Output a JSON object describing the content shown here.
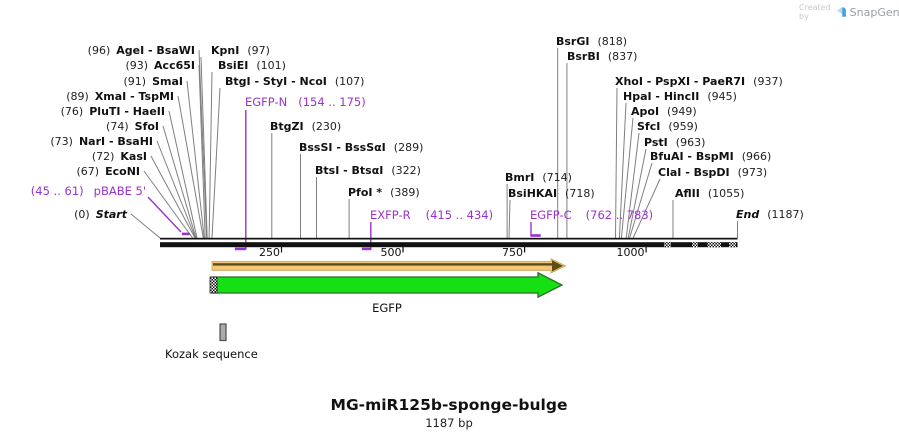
{
  "credit": {
    "created_by": "Created by",
    "brand": "SnapGene"
  },
  "title": {
    "name": "MG-miR125b-sponge-bulge",
    "length": "1187 bp"
  },
  "ruler": {
    "t250": "250",
    "t500": "500",
    "t750": "750",
    "t1000": "1000"
  },
  "features": {
    "egfp": {
      "label": "EGFP"
    },
    "kozak": {
      "label": "Kozak sequence"
    }
  },
  "markers": {
    "start": {
      "pos": "(0)",
      "name": "Start"
    },
    "end": {
      "name": "End",
      "pos": "(1187)"
    }
  },
  "primers": {
    "pbabe5": {
      "range": "(45 .. 61)",
      "name": "pBABE 5'"
    },
    "egfpN": {
      "name": "EGFP-N",
      "range": "(154 .. 175)"
    },
    "exfpR": {
      "name": "EXFP-R",
      "range": "(415 .. 434)"
    },
    "egfpC": {
      "name": "EGFP-C",
      "range": "(762 .. 783)"
    }
  },
  "sites_left": {
    "ageI": {
      "pos": "(96)",
      "name": "AgeI - BsaWI"
    },
    "acc65I": {
      "pos": "(93)",
      "name": "Acc65I"
    },
    "smaI": {
      "pos": "(91)",
      "name": "SmaI"
    },
    "xmaI": {
      "pos": "(89)",
      "name": "XmaI - TspMI"
    },
    "pluTI": {
      "pos": "(76)",
      "name": "PluTI - HaeII"
    },
    "sfoI": {
      "pos": "(74)",
      "name": "SfoI"
    },
    "narI": {
      "pos": "(73)",
      "name": "NarI - BsaHI"
    },
    "kasI": {
      "pos": "(72)",
      "name": "KasI"
    },
    "ecoNI": {
      "pos": "(67)",
      "name": "EcoNI"
    }
  },
  "sites_top": {
    "kpnI": {
      "name": "KpnI",
      "pos": "(97)"
    },
    "bsiEI": {
      "name": "BsiEI",
      "pos": "(101)"
    },
    "btgI": {
      "name": "BtgI - StyI - NcoI",
      "pos": "(107)"
    }
  },
  "sites_mid": {
    "btgZI": {
      "name": "BtgZI",
      "pos": "(230)"
    },
    "bssSI": {
      "name": "BssSI - BssSαI",
      "pos": "(289)"
    },
    "btsI": {
      "name": "BtsI - BtsαI",
      "pos": "(322)"
    },
    "pfoI": {
      "name": "PfoI *",
      "pos": "(389)"
    },
    "bmrI": {
      "name": "BmrI",
      "pos": "(714)"
    },
    "bsiHKAI": {
      "name": "BsiHKAI",
      "pos": "(718)"
    }
  },
  "sites_right": {
    "bsrGI": {
      "name": "BsrGI",
      "pos": "(818)"
    },
    "bsrBI": {
      "name": "BsrBI",
      "pos": "(837)"
    },
    "xhoI": {
      "name": "XhoI - PspXI - PaeR7I",
      "pos": "(937)"
    },
    "hpaI": {
      "name": "HpaI - HincII",
      "pos": "(945)"
    },
    "apoI": {
      "name": "ApoI",
      "pos": "(949)"
    },
    "sfcI": {
      "name": "SfcI",
      "pos": "(959)"
    },
    "pstI": {
      "name": "PstI",
      "pos": "(963)"
    },
    "bfuAI": {
      "name": "BfuAI - BspMI",
      "pos": "(966)"
    },
    "claI": {
      "name": "ClaI - BspDI",
      "pos": "(973)"
    },
    "aflII": {
      "name": "AflII",
      "pos": "(1055)"
    }
  },
  "colors": {
    "primer_purple": "#9933cc",
    "feature_green": "#14e014",
    "translation_tan": "#f4c87c",
    "translation_brown": "#5e4c16",
    "bar_black": "#111111",
    "leader_gray": "#7f7f7f"
  }
}
